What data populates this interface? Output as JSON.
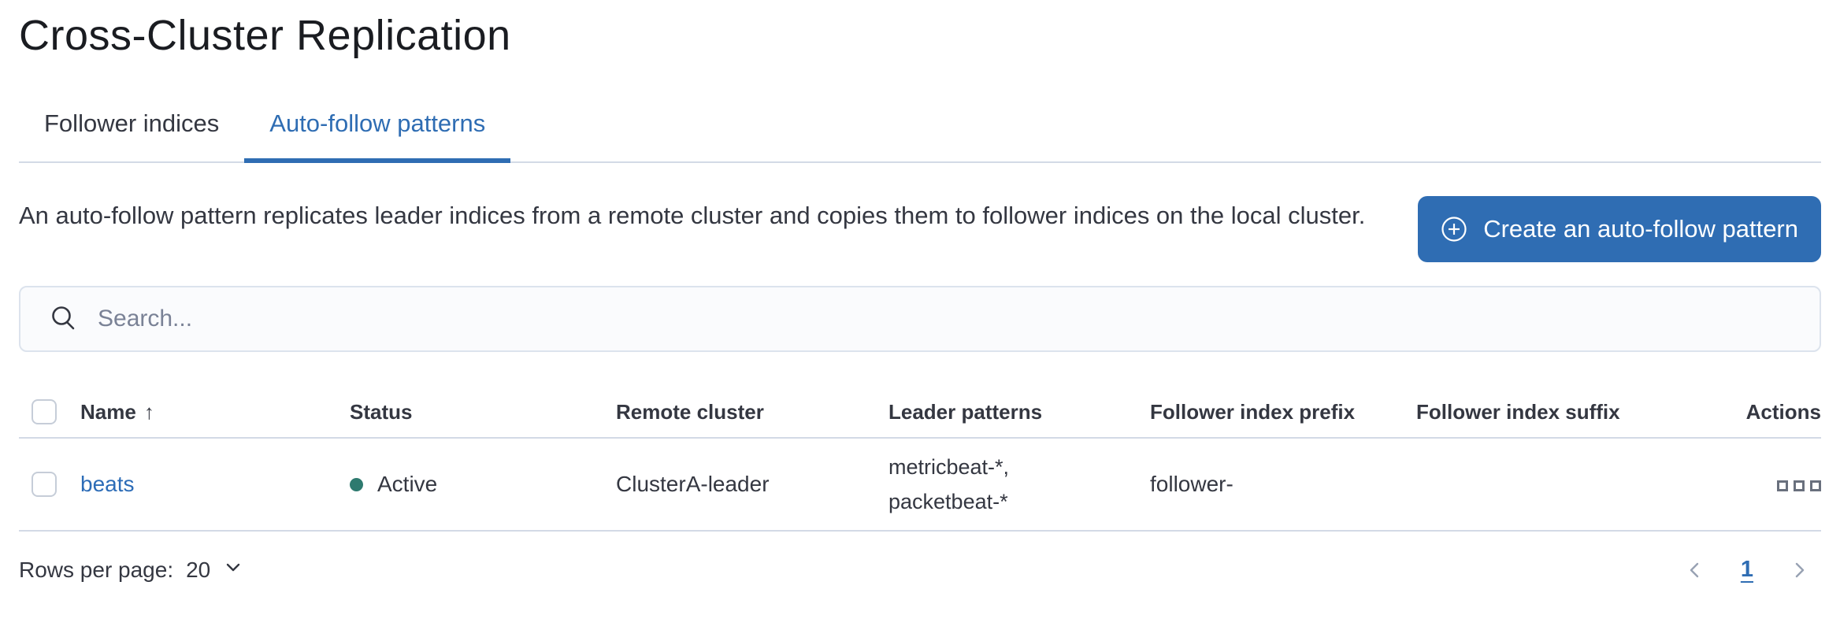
{
  "colors": {
    "primary": "#2f6db3",
    "link": "#2c6cb7",
    "text": "#343741",
    "title_text": "#1a1c21",
    "muted_text": "#7a8296",
    "divider": "#d3dae6",
    "status_active_dot": "#2e7a6f",
    "button_fill": "#2f6db3",
    "search_background": "#fafbfd"
  },
  "header": {
    "title": "Cross-Cluster Replication"
  },
  "tabs": {
    "follower_indices": "Follower indices",
    "auto_follow_patterns": "Auto-follow patterns",
    "active_tab": "Auto-follow patterns"
  },
  "intro": {
    "description": "An auto-follow pattern replicates leader indices from a remote cluster and copies them to follower indices on the local cluster.",
    "create_button_label": "Create an auto-follow pattern",
    "create_button_icon": "plus-in-circle-icon"
  },
  "search": {
    "placeholder": "Search...",
    "value": ""
  },
  "table": {
    "headers": {
      "name": "Name",
      "status": "Status",
      "remote_cluster": "Remote cluster",
      "leader_patterns": "Leader patterns",
      "follower_index_prefix": "Follower index prefix",
      "follower_index_suffix": "Follower index suffix",
      "actions": "Actions"
    },
    "sort": {
      "column": "Name",
      "direction": "ascending",
      "icon": "↑"
    },
    "rows": [
      {
        "name": "beats",
        "status": "Active",
        "remote_cluster": "ClusterA-leader",
        "leader_patterns_line1": "metricbeat-*,",
        "leader_patterns_line2": "packetbeat-*",
        "follower_index_prefix": "follower-",
        "follower_index_suffix": ""
      }
    ]
  },
  "footer": {
    "rows_per_page_label": "Rows per page:",
    "rows_per_page_value": "20",
    "current_page": "1"
  }
}
